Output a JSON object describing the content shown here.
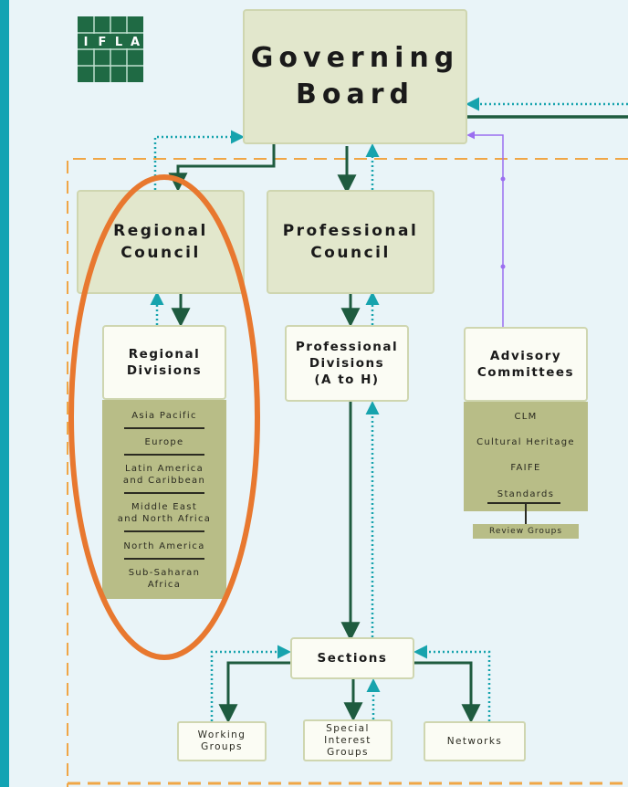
{
  "logo": {
    "letters": [
      "I",
      "F",
      "L",
      "A"
    ]
  },
  "governing_board": {
    "line1": "Governing",
    "line2": "Board"
  },
  "regional_council": {
    "line1": "Regional",
    "line2": "Council"
  },
  "professional_council": {
    "line1": "Professional",
    "line2": "Council"
  },
  "regional_divisions": {
    "line1": "Regional",
    "line2": "Divisions",
    "items": [
      "Asia Pacific",
      "Europe",
      "Latin America\nand Caribbean",
      "Middle East\nand North Africa",
      "North America",
      "Sub-Saharan\nAfrica"
    ]
  },
  "professional_divisions": {
    "line1": "Professional",
    "line2": "Divisions",
    "line3": "(A to H)"
  },
  "advisory_committees": {
    "line1": "Advisory",
    "line2": "Committees",
    "items": [
      "CLM",
      "Cultural Heritage",
      "FAIFE",
      "Standards"
    ],
    "review": "Review Groups"
  },
  "sections": {
    "label": "Sections"
  },
  "children": {
    "working_groups": "Working\nGroups",
    "special_interest_groups": "Special\nInterest\nGroups",
    "networks": "Networks"
  },
  "colors": {
    "frame": "#12a3b3",
    "solid_arrow": "#1e5b3f",
    "dotted_arrow": "#17a3ad",
    "purple_arrow": "#9b6ef0",
    "dashed_border": "#f0a646",
    "highlight_ellipse": "#e8782f"
  }
}
